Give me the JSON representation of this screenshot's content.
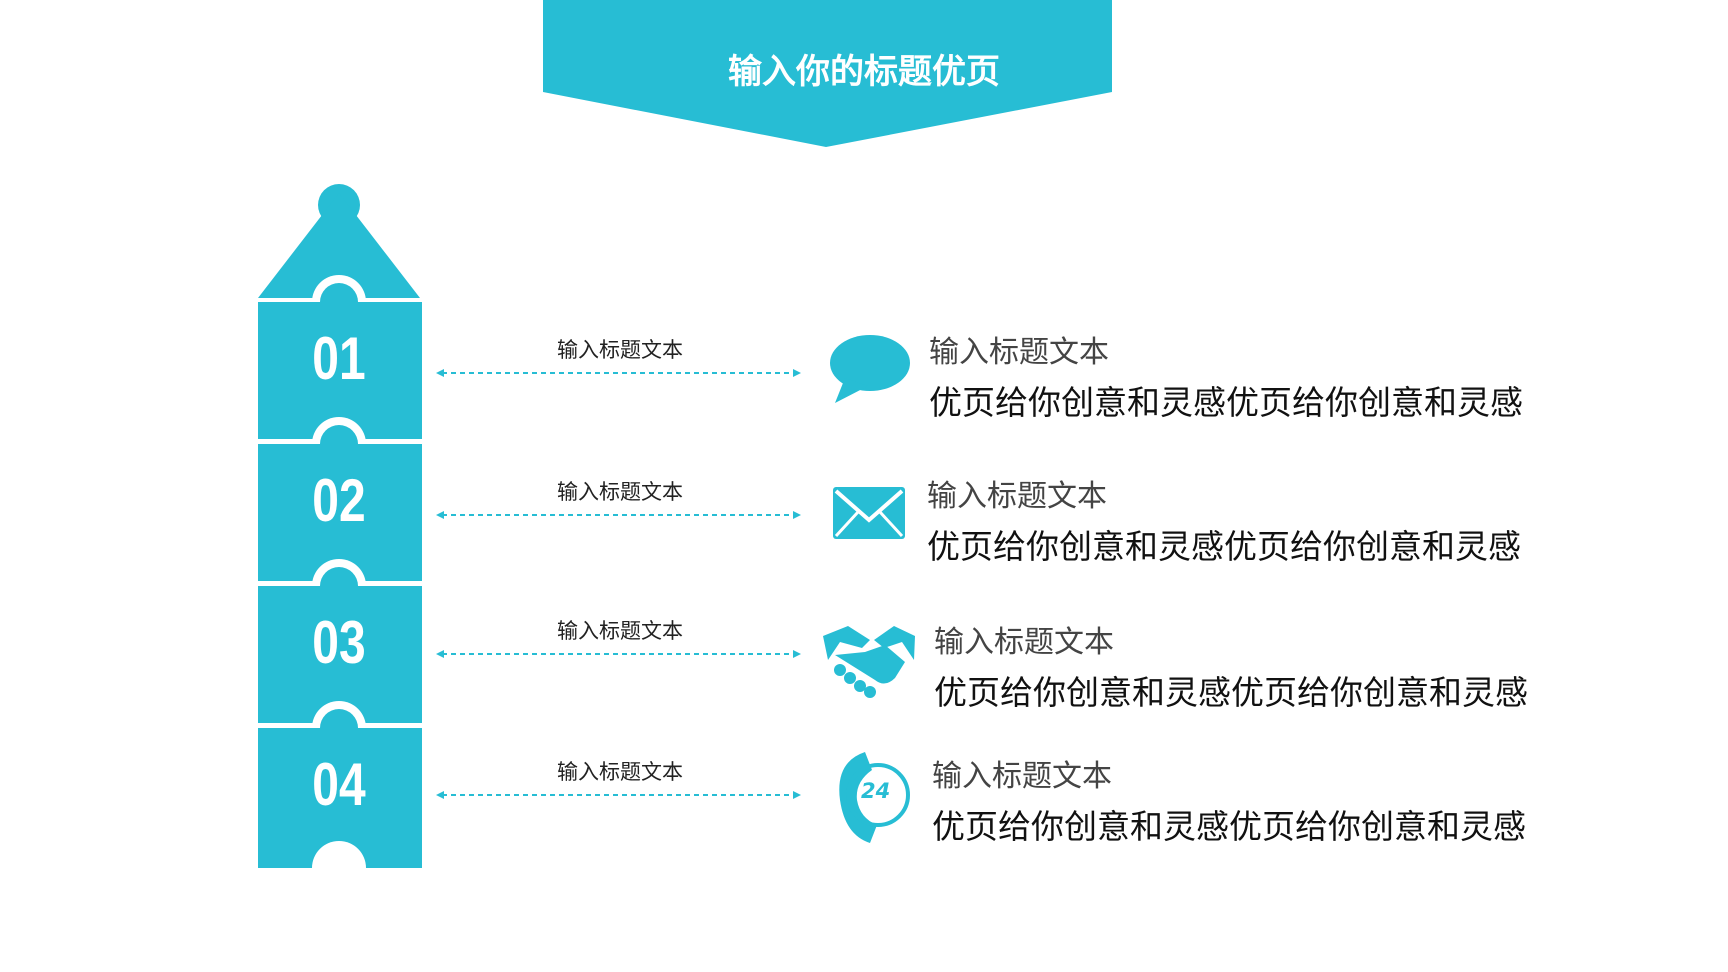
{
  "header": {
    "title": "输入你的标题优页"
  },
  "colors": {
    "accent": "#27bdd4",
    "text_dark": "#111111",
    "text_muted": "#444444"
  },
  "steps": [
    {
      "number": "01",
      "label": "输入标题文本",
      "icon": "chat-bubble-icon",
      "title": "输入标题文本",
      "description": "优页给你创意和灵感优页给你创意和灵感"
    },
    {
      "number": "02",
      "label": "输入标题文本",
      "icon": "envelope-icon",
      "title": "输入标题文本",
      "description": "优页给你创意和灵感优页给你创意和灵感"
    },
    {
      "number": "03",
      "label": "输入标题文本",
      "icon": "handshake-icon",
      "title": "输入标题文本",
      "description": "优页给你创意和灵感优页给你创意和灵感"
    },
    {
      "number": "04",
      "label": "输入标题文本",
      "icon": "phone-24-icon",
      "title": "输入标题文本",
      "description": "优页给你创意和灵感优页给你创意和灵感"
    }
  ],
  "phone_badge": "24"
}
